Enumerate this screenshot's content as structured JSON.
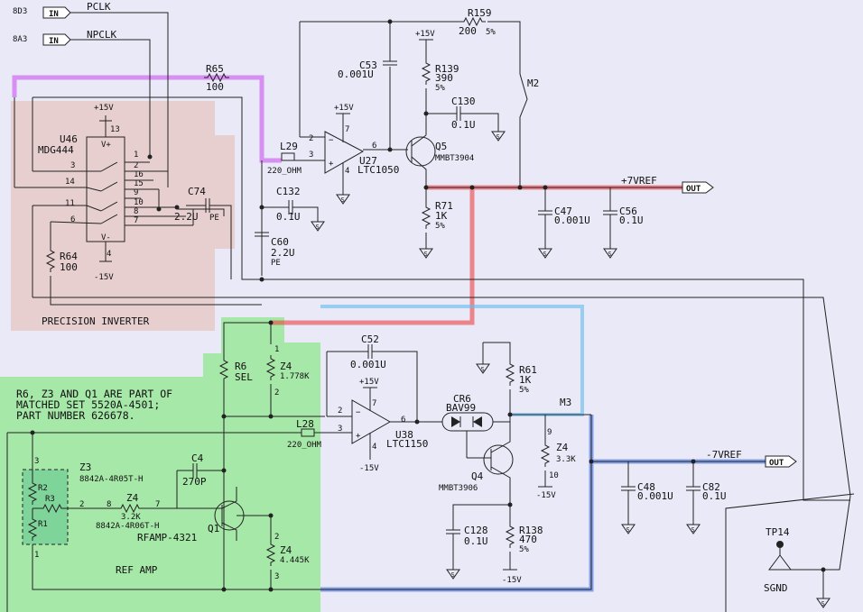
{
  "regions": {
    "precision_inverter": {
      "title": "PRECISION INVERTER",
      "color": "#e7cfd0"
    },
    "ref_amp": {
      "title": "REF AMP",
      "color": "#a6e8a8",
      "note": [
        "R6, Z3 AND Q1 ARE PART OF",
        "MATCHED SET 5520A-4501;",
        "PART NUMBER 626678."
      ]
    }
  },
  "highlights": {
    "purple": "#cc55ee",
    "red": "#ee3333",
    "blue": "#3366dd",
    "lightblue": "#66bbee"
  },
  "connectors": {
    "pclk": {
      "ref": "8D3",
      "dir": "IN",
      "net": "PCLK"
    },
    "npclk": {
      "ref": "8A3",
      "dir": "IN",
      "net": "NPCLK"
    },
    "vref_pos": {
      "dir": "OUT",
      "net": "+7VREF"
    },
    "vref_neg": {
      "dir": "OUT",
      "net": "-7VREF"
    }
  },
  "u46": {
    "ref": "U46",
    "part": "MDG444",
    "vplus": "V+",
    "vminus": "V-",
    "supply_pos": "+15V",
    "supply_neg": "-15V",
    "pins": {
      "p13": "13",
      "p1": "1",
      "p2": "2",
      "p16": "16",
      "p15": "15",
      "p9": "9",
      "p10": "10",
      "p8": "8",
      "p7": "7",
      "p3": "3",
      "p14": "14",
      "p11": "11",
      "p6": "6",
      "p4": "4"
    }
  },
  "components": {
    "r65": {
      "ref": "R65",
      "val": "100"
    },
    "r64": {
      "ref": "R64",
      "val": "100"
    },
    "c74": {
      "ref": "C74",
      "val": "2.2U",
      "tol": "PE"
    },
    "l29": {
      "ref": "L29",
      "val": "220_OHM"
    },
    "c132": {
      "ref": "C132",
      "val": "0.1U"
    },
    "c60": {
      "ref": "C60",
      "val": "2.2U",
      "tol": "PE"
    },
    "u27": {
      "ref": "U27",
      "part": "LTC1050",
      "supply": "+15V",
      "p2": "2",
      "p3": "3",
      "p4": "4",
      "p6": "6",
      "p7": "7"
    },
    "c53": {
      "ref": "C53",
      "val": "0.001U"
    },
    "r159": {
      "ref": "R159",
      "val": "200",
      "tol": "5%"
    },
    "r139": {
      "ref": "R139",
      "val": "390",
      "tol": "5%",
      "supply": "+15V"
    },
    "c130": {
      "ref": "C130",
      "val": "0.1U"
    },
    "q5": {
      "ref": "Q5",
      "part": "MMBT3904"
    },
    "r71": {
      "ref": "R71",
      "val": "1K",
      "tol": "5%"
    },
    "m2": {
      "ref": "M2"
    },
    "c47": {
      "ref": "C47",
      "val": "0.001U"
    },
    "c56": {
      "ref": "C56",
      "val": "0.1U"
    },
    "r6": {
      "ref": "R6",
      "val": "SEL"
    },
    "z4a": {
      "ref": "Z4",
      "val": "1.778K",
      "p1": "1",
      "p2": "2"
    },
    "c52": {
      "ref": "C52",
      "val": "0.001U"
    },
    "u38": {
      "ref": "U38",
      "part": "LTC1150",
      "supply_pos": "+15V",
      "supply_neg": "-15V",
      "p2": "2",
      "p3": "3",
      "p4": "4",
      "p6": "6",
      "p7": "7"
    },
    "l28": {
      "ref": "L28",
      "val": "220_OHM"
    },
    "cr6": {
      "ref": "CR6",
      "part": "BAV99"
    },
    "r61": {
      "ref": "R61",
      "val": "1K",
      "tol": "5%"
    },
    "m3": {
      "ref": "M3"
    },
    "z4b": {
      "ref": "Z4",
      "val": "3.3K",
      "p9": "9",
      "p10": "10",
      "supply": "-15V"
    },
    "q4": {
      "ref": "Q4",
      "part": "MMBT3906"
    },
    "c128": {
      "ref": "C128",
      "val": "0.1U"
    },
    "r138": {
      "ref": "R138",
      "val": "470",
      "tol": "5%",
      "supply": "-15V"
    },
    "c48": {
      "ref": "C48",
      "val": "0.001U"
    },
    "c82": {
      "ref": "C82",
      "val": "0.1U"
    },
    "z3": {
      "ref": "Z3",
      "part": "8842A-4R05T-H",
      "r1": "R1",
      "r2": "R2",
      "r3": "R3",
      "p1": "1",
      "p2": "2",
      "p3": "3"
    },
    "c4": {
      "ref": "C4",
      "val": "270P"
    },
    "z4c": {
      "ref": "Z4",
      "val": "3.2K",
      "part": "8842A-4R06T-H",
      "p8": "8",
      "p7": "7"
    },
    "q1": {
      "ref": "Q1",
      "part": "RFAMP-4321"
    },
    "z4d": {
      "ref": "Z4",
      "val": "4.445K",
      "p2": "2",
      "p3": "3"
    },
    "tp14": {
      "ref": "TP14",
      "net": "SGND"
    }
  }
}
